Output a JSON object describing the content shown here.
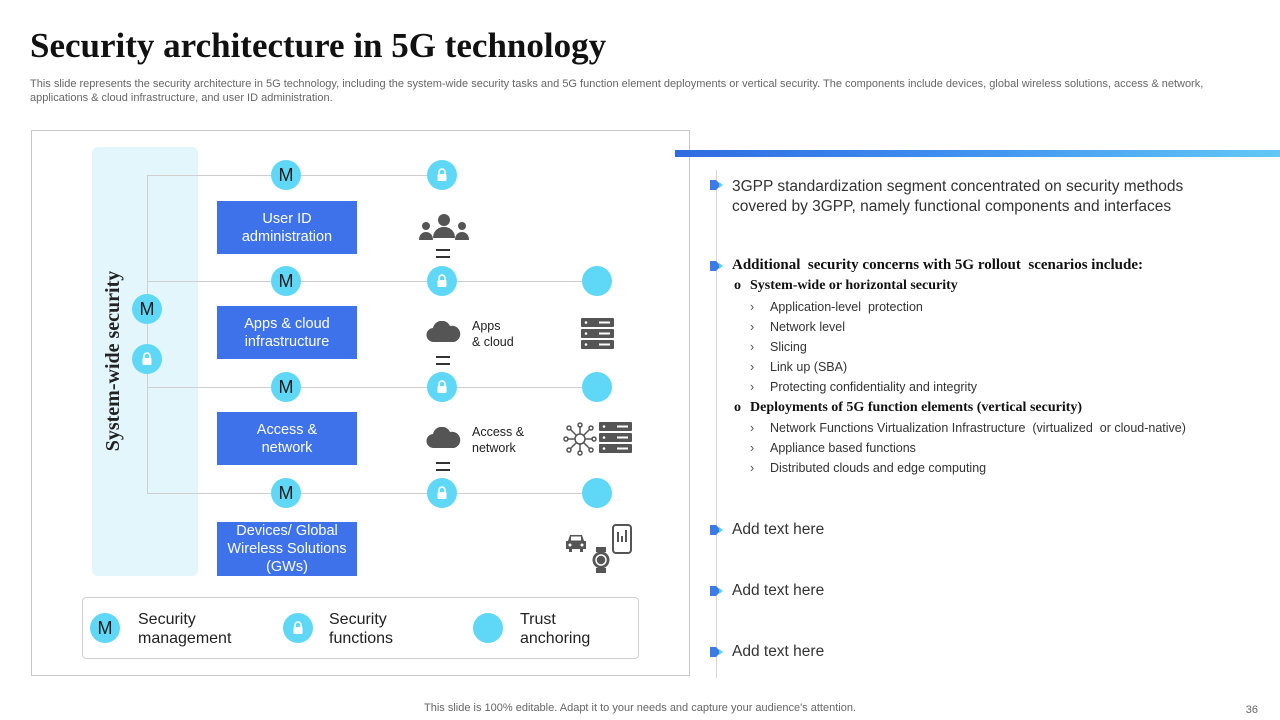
{
  "title": "Security architecture in 5G technology",
  "subtitle": "This slide represents the security architecture in 5G technology, including the system-wide security tasks and 5G function element deployments or vertical security. The components include devices, global wireless solutions, access & network, applications & cloud infrastructure, and user ID administration.",
  "diagram": {
    "band_label": "System-wide security",
    "m_letter": "M",
    "layers": [
      {
        "label": "User ID administration",
        "icon": "users-icon"
      },
      {
        "label": "Apps & cloud infrastructure",
        "icon": "server-icon",
        "middle_label": "Apps\n& cloud"
      },
      {
        "label": "Access & network",
        "icon": "network-server-icon",
        "middle_label": "Access &\nnetwork"
      },
      {
        "label": "Devices/ Global Wireless Solutions (GWs)",
        "icon": "devices-icon"
      }
    ],
    "legend": [
      {
        "symbol": "M",
        "label": "Security management"
      },
      {
        "symbol": "lock-icon",
        "label": "Security functions"
      },
      {
        "symbol": "",
        "label": "Trust anchoring"
      }
    ],
    "colors": {
      "circle": "#5fd8f8",
      "box": "#3d72eb",
      "band": "#e3f6fc"
    }
  },
  "right_panel": {
    "point1": "3GPP standardization segment concentrated on security methods covered by 3GPP, namely functional components and interfaces",
    "point2_heading": "Additional  security concerns with 5G rollout  scenarios include:",
    "sub1": {
      "heading": "System-wide or horizontal security",
      "items": [
        "Application-level  protection",
        "Network level",
        "Slicing",
        "Link up (SBA)",
        "Protecting confidentiality and integrity"
      ]
    },
    "sub2": {
      "heading": "Deployments of 5G function elements (vertical security)",
      "items": [
        "Network Functions Virtualization Infrastructure  (virtualized  or cloud-native)",
        "Appliance based functions",
        "Distributed clouds and edge computing"
      ]
    },
    "add_text": [
      "Add text here",
      "Add text here",
      "Add text here"
    ],
    "sub_marker": "o",
    "item_marker": "›"
  },
  "footer": "This slide is 100% editable. Adapt it to your needs and capture your audience's attention.",
  "page_number": "36"
}
